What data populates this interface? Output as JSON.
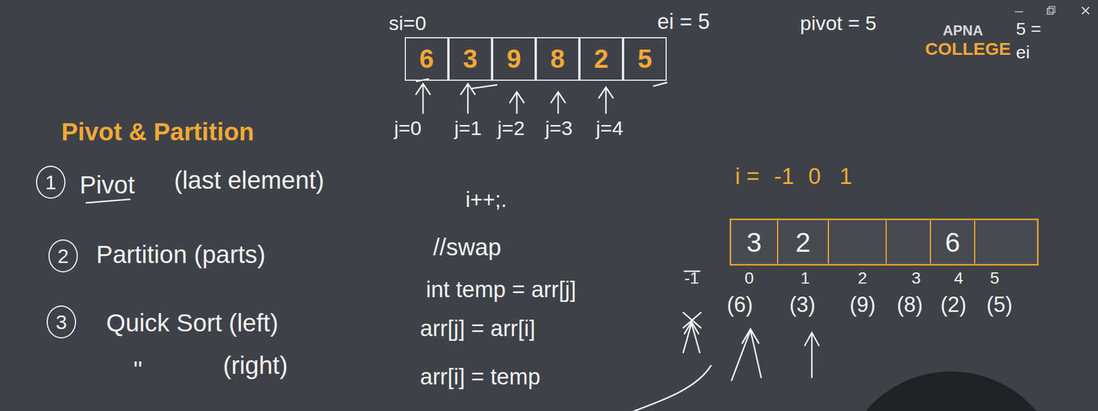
{
  "diagram": {
    "title": "Pivot & Partition",
    "nodes": [
      {
        "text": [
          "6"
        ]
      },
      {
        "text": [
          "3"
        ]
      },
      {
        "text": [
          "9"
        ]
      },
      {
        "text": [
          "8"
        ]
      },
      {
        "text": [
          "2"
        ]
      },
      {
        "text": [
          "5"
        ]
      },
      {
        "text": [
          "1"
        ]
      },
      {
        "text": [
          "2"
        ]
      },
      {
        "text": [
          "3"
        ]
      },
      {
        "text": [
          "3"
        ]
      },
      {
        "text": [
          "2"
        ]
      },
      {
        "text": [
          "6"
        ]
      }
    ],
    "labels": [
      "si=0",
      "ei = 5",
      "pivot = 5",
      "APNA",
      "COLLEGE",
      "5 =",
      "ei",
      "j=0",
      "j=1",
      "j=2",
      "j=3",
      "j=4",
      "Pivot",
      "(last element)",
      "Partition (parts)",
      "Quick Sort (left)",
      "''",
      "(right)",
      "i++;.",
      "//swap",
      "int temp = arr[j]",
      "arr[j] = arr[i]",
      "arr[i] = temp",
      "i =",
      "-1",
      "0",
      "1",
      "-1",
      "0",
      "1",
      "2",
      "3",
      "4",
      "5",
      "(6)",
      "(3)",
      "(9)",
      "(8)",
      "(2)",
      "(5)"
    ]
  }
}
